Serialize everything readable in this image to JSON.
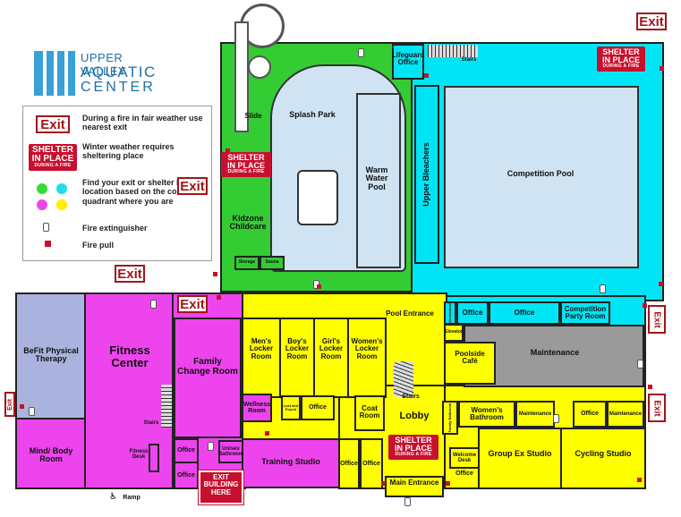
{
  "brand": {
    "line1": "UPPER VALLEY",
    "line2": "AQUATIC",
    "line3": "CENTER"
  },
  "legend": {
    "exit_label": "Exit",
    "exit_text": "During a fire in fair weather use nearest exit",
    "shelter_text": "Winter weather requires sheltering place",
    "quadrant_text": "Find your exit or shelter in place location based on the color quadrant where you are",
    "extinguisher_text": "Fire extinguisher",
    "pull_text": "Fire pull"
  },
  "shelter": {
    "line1": "SHELTER",
    "line2": "IN PLACE",
    "line3": "DURING A FIRE"
  },
  "exit_label": "Exit",
  "exit_building": {
    "line1": "EXIT",
    "line2": "BUILDING",
    "line3": "HERE"
  },
  "colors": {
    "green": "#33cc33",
    "cyan": "#00e5f5",
    "magenta": "#ee44ee",
    "yellow": "#ffff00",
    "water": "#cfe3f3",
    "lilac": "#aab3dd",
    "gray": "#9a9a9a",
    "red": "#c8102e"
  },
  "rooms": {
    "lifeguard_office": "Lifeguard Office",
    "stairs_top": "Stairs",
    "slide": "Slide",
    "splash_park": "Splash Park",
    "warm_water_pool": "Warm Water Pool",
    "upper_bleachers": "Upper Bleachers",
    "competition_pool": "Competition Pool",
    "kidzone_childcare": "Kidzone Childcare",
    "storage": "Storage",
    "sauna": "Sauna",
    "befit": "BeFit Physical Therapy",
    "fitness_center": "Fitness Center",
    "family_change_room": "Family Change Room",
    "mens_locker_room": "Men's Locker Room",
    "boys_locker_room": "Boy's Locker Room",
    "girls_locker_room": "Girl's Locker Room",
    "womens_locker_room": "Women's Locker Room",
    "pool_entrance": "Pool Entrance",
    "office": "Office",
    "competition_party_room": "Competition Party Room",
    "maintenance": "Maintenance",
    "elevator": "Elevator",
    "poolside_cafe": "Poolside Café",
    "stairs": "Stairs",
    "mind_body_room": "Mind/ Body Room",
    "fitness_desk": "Fitness Desk",
    "wellness_room": "Wellness Room",
    "lost_found": "Lost and Found",
    "coat_room": "Coat Room",
    "lobby": "Lobby",
    "womens_bathroom": "Women's Bathroom",
    "family_bathroom": "Family Bathroom",
    "unisex_bathroom": "Unisex Bathroom",
    "training_studio": "Training Studio",
    "welcome_desk": "Welcome Desk",
    "group_ex_studio": "Group Ex Studio",
    "cycling_studio": "Cycling Studio",
    "main_entrance": "Main Entrance",
    "ramp": "Ramp",
    "mechanical": "Mechanical"
  }
}
